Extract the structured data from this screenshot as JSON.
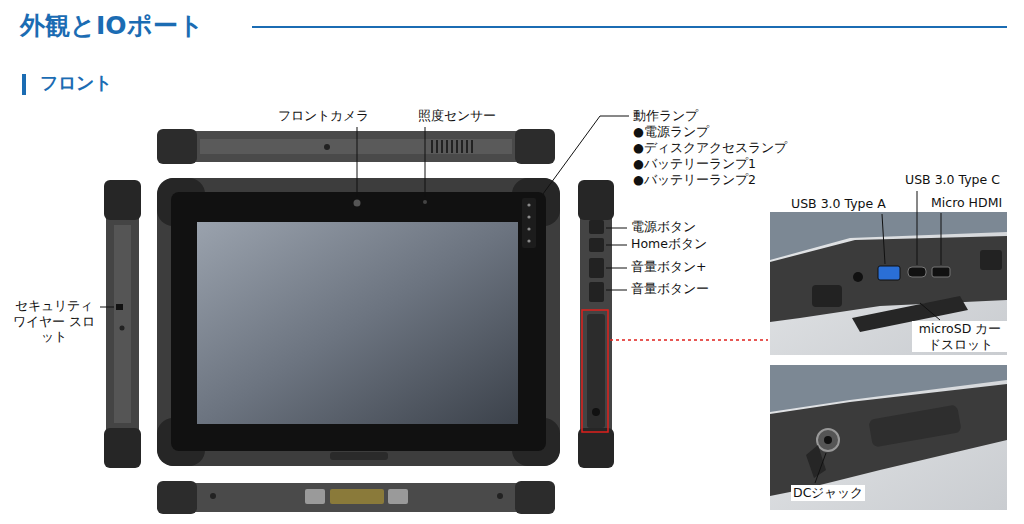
{
  "diagram": {
    "title": "外観とIOポート",
    "labels": [
      "フロント",
      "フロントカメラ",
      "照度センサー",
      "動作ランプ",
      "●電源ランプ",
      "●ディスクアクセスランプ",
      "●バッテリーランプ1",
      "●バッテリーランプ2",
      "電源ボタン",
      "Homeボタン",
      "音量ボタン+",
      "音量ボタンー",
      "セキュリティ ワイヤー スロット",
      "USB 3.0 Type A",
      "USB 3.0 Type C",
      "Micro HDMI",
      "microSD カードスロット",
      "DCジャック"
    ]
  }
}
